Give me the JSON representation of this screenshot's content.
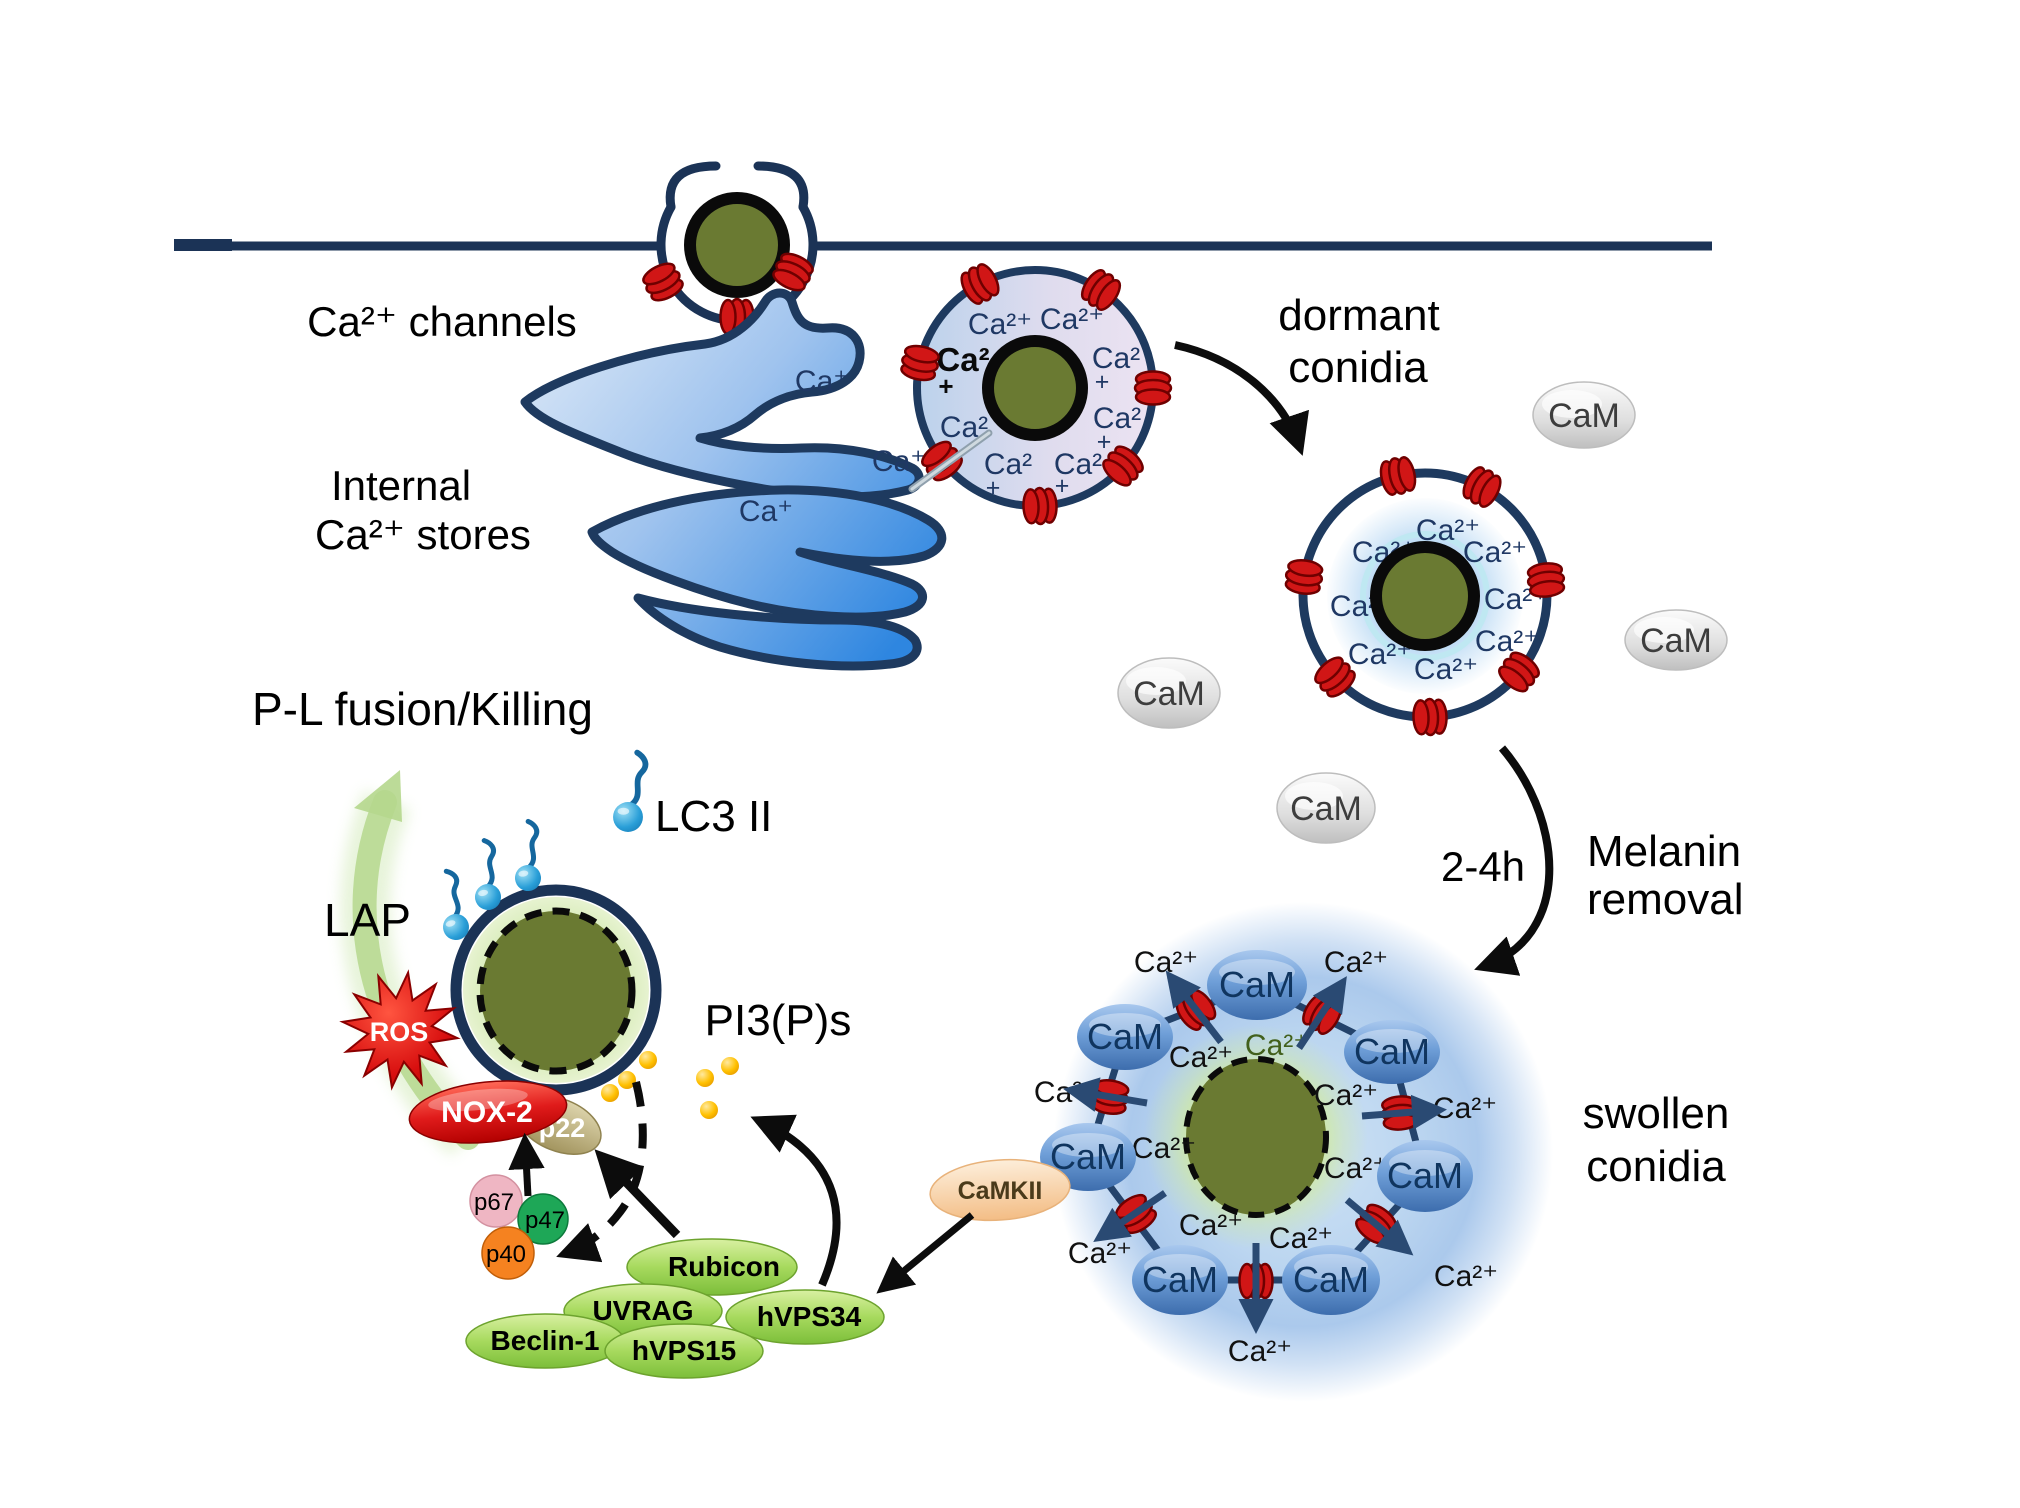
{
  "strings": {
    "cam": "CaM",
    "ca2plus": "Ca²⁺",
    "ca2": "Ca²",
    "plus": "+",
    "caplus": "Ca⁺"
  },
  "labels": {
    "ca_channels": "Ca²⁺ channels",
    "internal_1": "Internal",
    "internal_2": "Ca²⁺ stores",
    "dormant_1": "dormant",
    "dormant_2": "conidia",
    "time": "2-4h",
    "melanin_1": "Melanin",
    "melanin_2": "removal",
    "swollen_1": "swollen",
    "swollen_2": "conidia",
    "pl_fusion": "P-L fusion/Killing",
    "lap": "LAP",
    "lc3": "LC3 II",
    "pi3": "PI3(P)s"
  },
  "proteins": {
    "ros": "ROS",
    "nox2": "NOX-2",
    "p22": "p22",
    "p67": "p67",
    "p47": "p47",
    "p40": "p40",
    "camkii": "CaMKII",
    "complex": [
      "Rubicon",
      "UVRAG",
      "Beclin-1",
      "hVPS15",
      "hVPS34"
    ]
  },
  "colors": {
    "membrane_navy": "#1b3356",
    "conidium_olive": "#6a7a32",
    "channel_red": "#d11616",
    "cam_gray": "#d9d9d9",
    "cam_blue": "#5d8cc9",
    "camkii_peach": "#f8cf9f",
    "complex_green": "#9ed24d",
    "nox2_red": "#dd1c1c",
    "p22_tan": "#b6a871",
    "p67_pink": "#efb6c3",
    "p47_green": "#1ea757",
    "p40_orange": "#f58220",
    "ros_red": "#e01010",
    "lc3_blue": "#2a9fd8",
    "pi3_dot_gold": "#ffc000",
    "lap_glow_green": "#b5d78d",
    "er_blue": "#2e86e0",
    "ca_text_navy": "#1f3864",
    "swollen_glow_blue": "#abc9ec"
  }
}
